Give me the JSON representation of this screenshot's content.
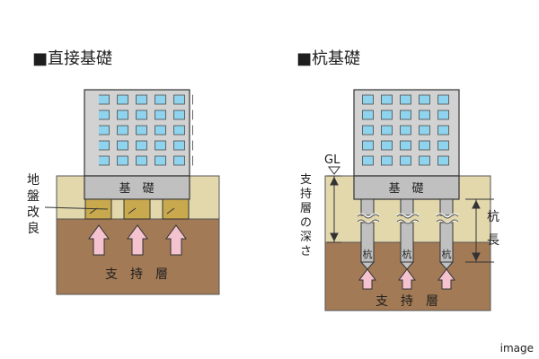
{
  "left": {
    "heading": "■直接基礎",
    "foundation_label": "基　礎",
    "improvement_label": [
      "地",
      "盤",
      "改",
      "良"
    ],
    "bearing_layer_label": "支　持　層"
  },
  "right": {
    "heading": "■杭基礎",
    "gl_label": "GL",
    "foundation_label": "基　礎",
    "pile_label": "杭",
    "depth_label": [
      "支",
      "持",
      "層",
      "の",
      "深",
      "さ"
    ],
    "pile_length_label": [
      "杭",
      "長"
    ],
    "bearing_layer_label": "支　持　層"
  },
  "caption": "image",
  "colors": {
    "building": "#d2d2d2",
    "window": "#8fd4ee",
    "foundation": "#c0c0c0",
    "topsoil": "#e3d8ac",
    "bearing_layer": "#a27a56",
    "improved_soil": "#c8a94d",
    "arrow": "#f5c2cf",
    "outline": "#333333"
  }
}
